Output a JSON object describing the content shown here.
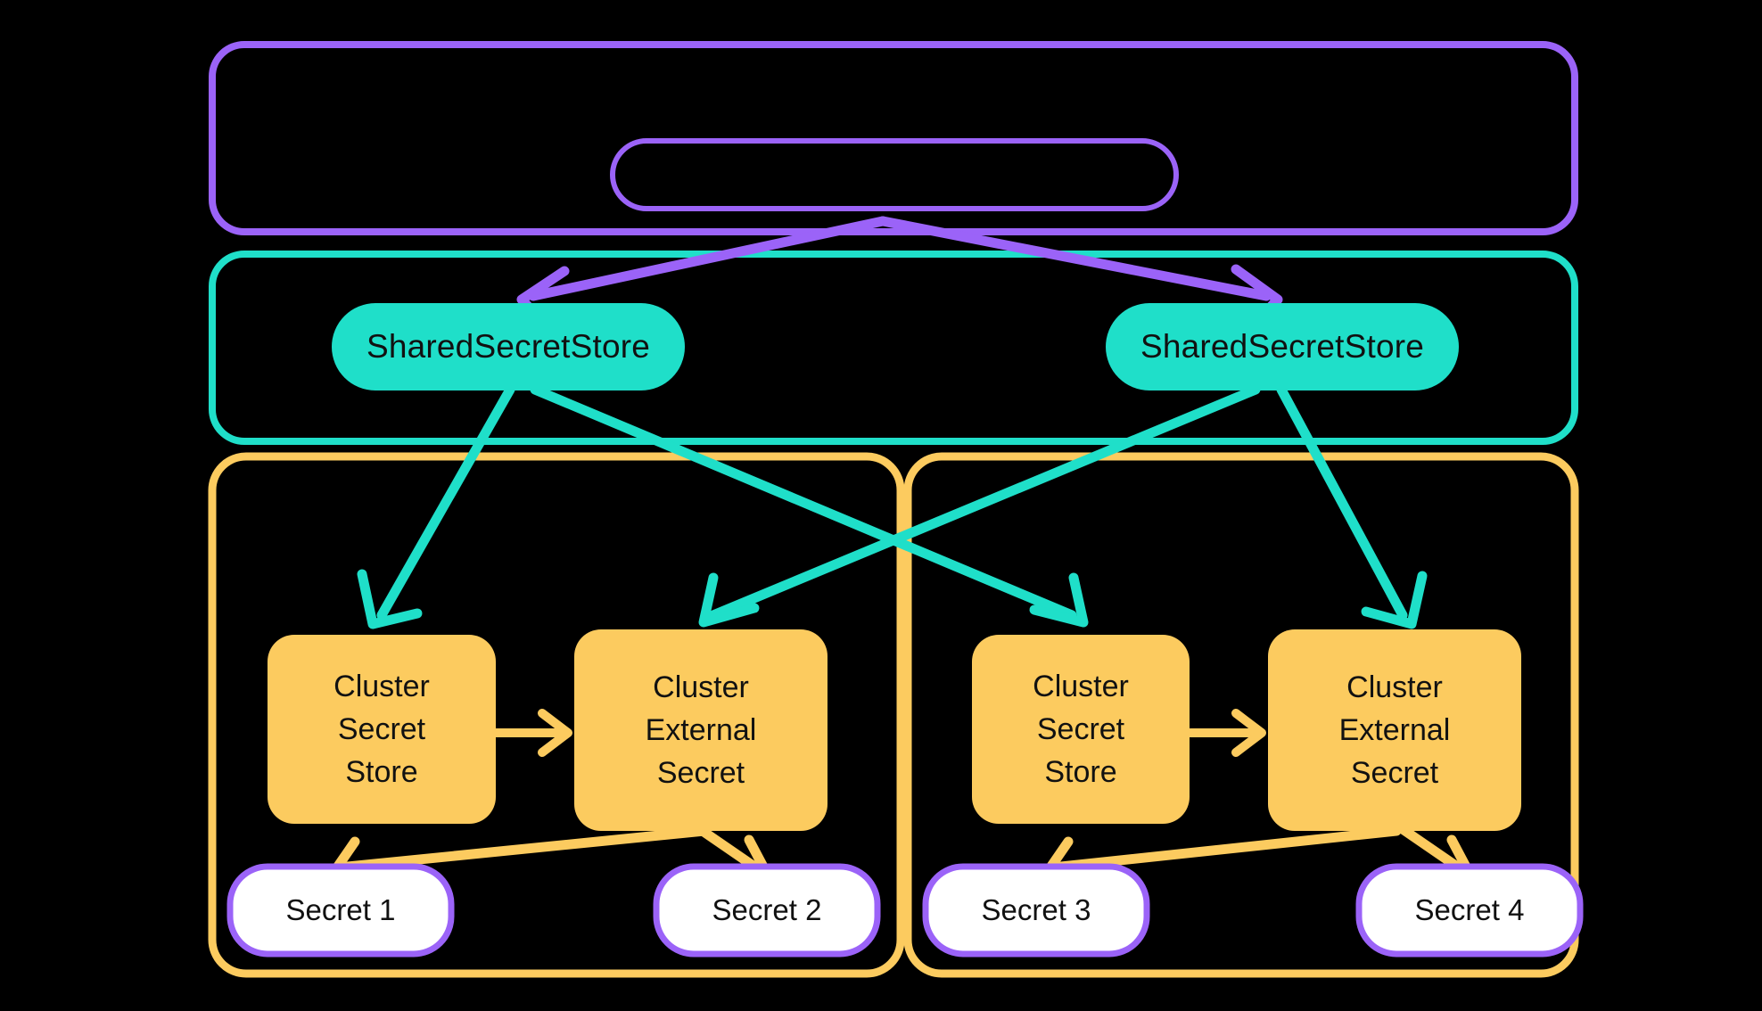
{
  "diagram": {
    "title": "External Secrets Operator shared secret store topology",
    "background": "#000000",
    "colors": {
      "purple": "#9B63F8",
      "teal": "#1FDFC9",
      "yellow": "#FCCB5F",
      "white": "#FFFFFF",
      "text": "#111111"
    },
    "containers": [
      {
        "id": "cluster-scope-purple",
        "label": "",
        "color": "#9B63F8"
      },
      {
        "id": "shared-scope-teal",
        "label": "",
        "color": "#1FDFC9"
      },
      {
        "id": "cluster-left-yellow",
        "label": "",
        "color": "#FCCB5F"
      },
      {
        "id": "cluster-right-yellow",
        "label": "",
        "color": "#FCCB5F"
      }
    ],
    "nodes": {
      "top_store": {
        "label": "",
        "fill": "none",
        "stroke": "#9B63F8"
      },
      "shared_store_left": {
        "label": "SharedSecretStore",
        "fill": "#1FDFC9"
      },
      "shared_store_right": {
        "label": "SharedSecretStore",
        "fill": "#1FDFC9"
      },
      "cluster_secret_store_left": {
        "label": "Cluster\nSecret\nStore",
        "fill": "#FCCB5F"
      },
      "cluster_external_secret_left": {
        "label": "Cluster\nExternal\nSecret",
        "fill": "#FCCB5F"
      },
      "cluster_secret_store_right": {
        "label": "Cluster\nSecret\nStore",
        "fill": "#FCCB5F"
      },
      "cluster_external_secret_right": {
        "label": "Cluster\nExternal\nSecret",
        "fill": "#FCCB5F"
      },
      "secret_1": {
        "label": "Secret 1",
        "fill": "#FFFFFF",
        "stroke": "#9B63F8"
      },
      "secret_2": {
        "label": "Secret 2",
        "fill": "#FFFFFF",
        "stroke": "#9B63F8"
      },
      "secret_3": {
        "label": "Secret 3",
        "fill": "#FFFFFF",
        "stroke": "#9B63F8"
      },
      "secret_4": {
        "label": "Secret 4",
        "fill": "#FFFFFF",
        "stroke": "#9B63F8"
      }
    },
    "edges": [
      {
        "from": "top_store",
        "to": "shared_store_left",
        "color": "#9B63F8",
        "label": ""
      },
      {
        "from": "top_store",
        "to": "shared_store_right",
        "color": "#9B63F8",
        "label": ""
      },
      {
        "from": "shared_store_left",
        "to": "cluster_secret_store_left",
        "color": "#1FDFC9",
        "label": ""
      },
      {
        "from": "shared_store_left",
        "to": "cluster_secret_store_right",
        "color": "#1FDFC9",
        "label": ""
      },
      {
        "from": "shared_store_right",
        "to": "cluster_external_secret_left",
        "color": "#1FDFC9",
        "label": ""
      },
      {
        "from": "shared_store_right",
        "to": "cluster_external_secret_right",
        "color": "#1FDFC9",
        "label": ""
      },
      {
        "from": "cluster_secret_store_left",
        "to": "cluster_external_secret_left",
        "color": "#FCCB5F",
        "label": ""
      },
      {
        "from": "cluster_secret_store_right",
        "to": "cluster_external_secret_right",
        "color": "#FCCB5F",
        "label": ""
      },
      {
        "from": "cluster_external_secret_left",
        "to": "secret_1",
        "color": "#FCCB5F",
        "label": ""
      },
      {
        "from": "cluster_external_secret_left",
        "to": "secret_2",
        "color": "#FCCB5F",
        "label": ""
      },
      {
        "from": "cluster_external_secret_right",
        "to": "secret_3",
        "color": "#FCCB5F",
        "label": ""
      },
      {
        "from": "cluster_external_secret_right",
        "to": "secret_4",
        "color": "#FCCB5F",
        "label": ""
      }
    ]
  }
}
